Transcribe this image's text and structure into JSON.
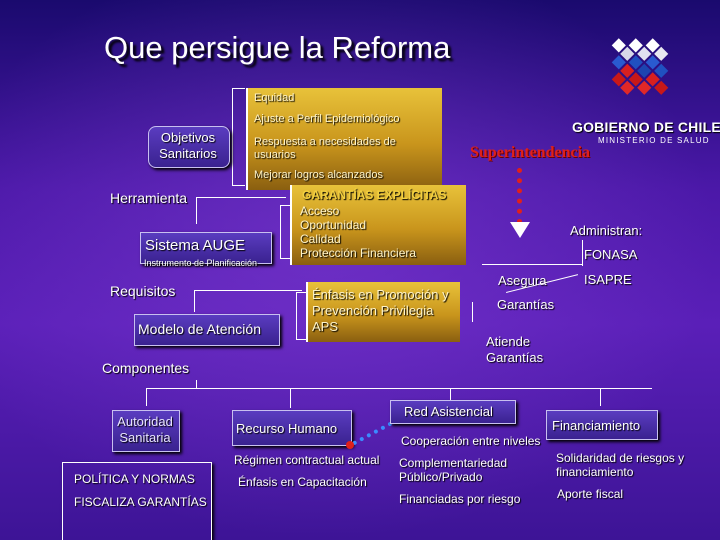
{
  "title": "Que persigue la Reforma",
  "objetivos": {
    "label": "Objetivos Sanitarios",
    "items": [
      "Equidad",
      "Ajuste a Perfil Epidemiológico",
      "Respuesta a necesidades de usuarios",
      "Mejorar logros alcanzados"
    ]
  },
  "herramienta": "Herramienta",
  "sistema_auge": "Sistema AUGE",
  "instrumento": "Instrumento de Planificación",
  "garantias": {
    "header": "GARANTÍAS EXPLÍCITAS",
    "items": [
      "Acceso",
      "Oportunidad",
      "Calidad",
      "Protección Financiera"
    ]
  },
  "requisitos": "Requisitos",
  "modelo_atencion": "Modelo de Atención",
  "enfasis_promocion": "Énfasis en Promoción y Prevención Privilegia APS",
  "componentes": "Componentes",
  "superintendencia": "Superintendencia",
  "asegura": "Asegura",
  "garantias_label": "Garantías",
  "atiende_garantias": "Atiende Garantías",
  "administran": "Administran:",
  "fonasa": "FONASA",
  "isapre": "ISAPRE",
  "gobierno": {
    "line1": "GOBIERNO DE CHILE",
    "line2": "MINISTERIO DE SALUD"
  },
  "autoridad_sanitaria": "Autoridad Sanitaria",
  "politica_normas": "POLÍTICA Y NORMAS",
  "fiscaliza_garantias": "FISCALIZA GARANTÍAS",
  "recurso_humano": "Recurso Humano",
  "regimen_contractual": "Régimen contractual actual",
  "enfasis_capacitacion": "Énfasis en Capacitación",
  "red_asistencial": "Red Asistencial",
  "cooperacion": "Cooperación entre niveles",
  "complementariedad": "Complementariedad Público/Privado",
  "financiadas_riesgo": "Financiadas por riesgo",
  "financiamiento": "Financiamiento",
  "solidaridad": "Solidaridad de riesgos y financiamiento",
  "aporte_fiscal": "Aporte fiscal",
  "colors": {
    "gold": "#d9a82a",
    "superintendencia_red": "#e0201a",
    "dotted_red": "#e0201a",
    "dotted_blue": "#3a8cff"
  }
}
